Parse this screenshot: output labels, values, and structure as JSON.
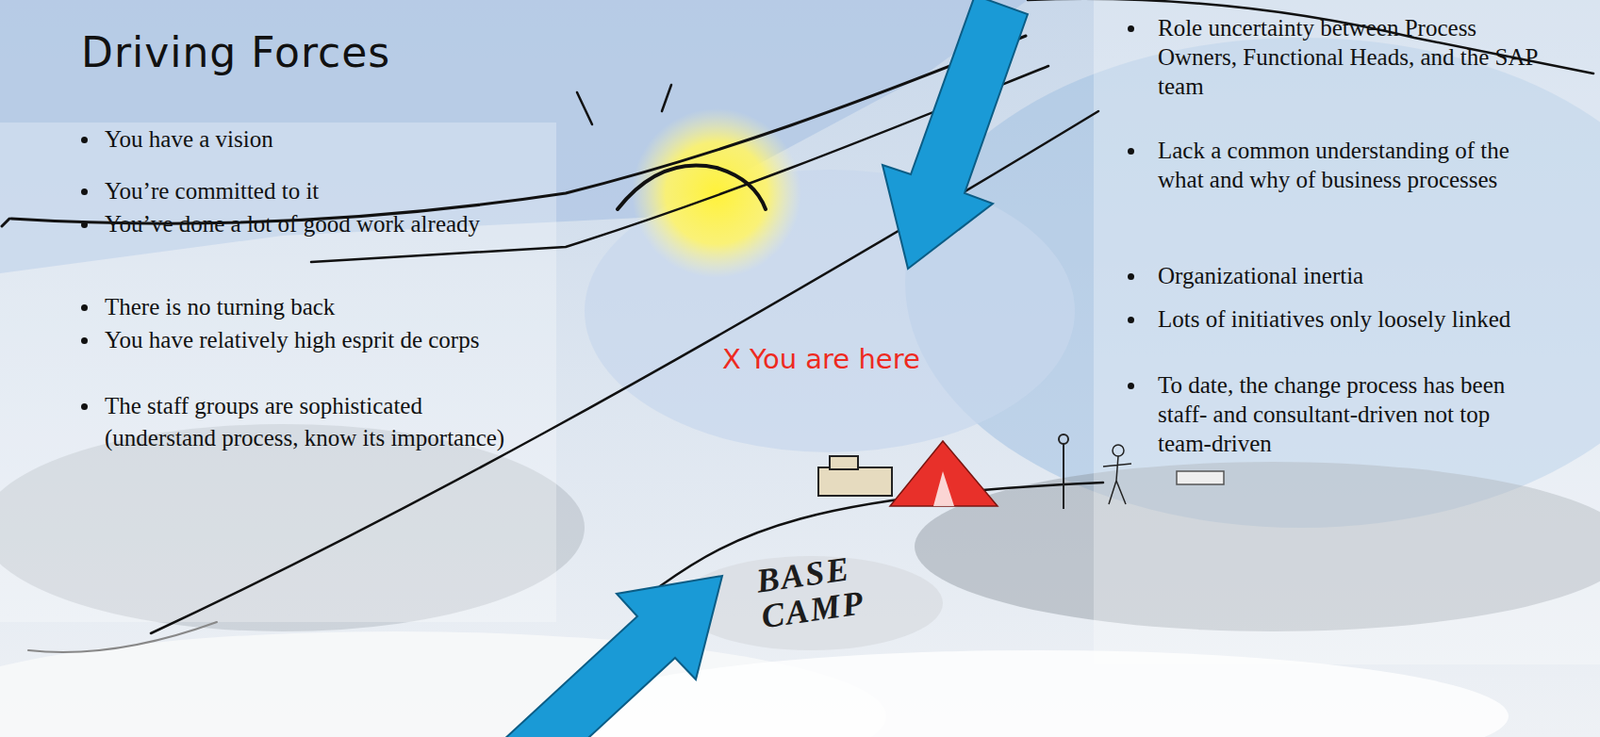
{
  "diagram": {
    "title": "Driving Forces",
    "labels": [
      "You have a vision",
      "You’re committed to it",
      "You’ve done a lot of good work already",
      "There is no turning back",
      "You have relatively high esprit de corps",
      "The staff groups are sophisticated (understand process, know its importance)",
      "X You are here",
      "BASE CAMP",
      "Role uncertainty between Process Owners, Functional Heads, and the SAP team",
      "Lack a common understanding of the what and why of business processes",
      "Organizational inertia",
      "Lots of initiatives only loosely linked",
      "To date, the change process has been staff- and consultant-driven not top team-driven"
    ]
  }
}
